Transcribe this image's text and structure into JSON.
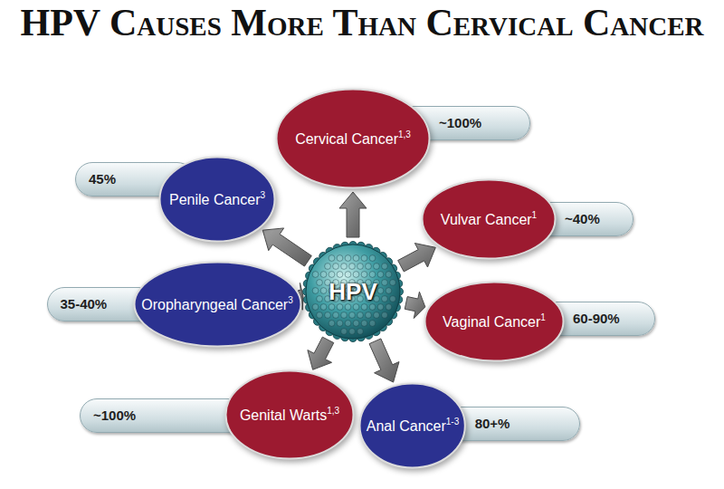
{
  "diagram": {
    "title": "HPV Causes More Than Cervical Cancer",
    "nodes": [
      {
        "text": [
          "Cervical Cancer",
          "1,3"
        ]
      },
      {
        "text": [
          "~100%"
        ]
      },
      {
        "text": [
          "Penile Cancer",
          "3"
        ]
      },
      {
        "text": [
          "45%"
        ]
      },
      {
        "text": [
          "Vulvar Cancer",
          "1"
        ]
      },
      {
        "text": [
          "~40%"
        ]
      },
      {
        "text": [
          "Oropharyngeal Cancer",
          "3"
        ]
      },
      {
        "text": [
          "35-40%"
        ]
      },
      {
        "text": [
          "HPV"
        ]
      },
      {
        "text": [
          "Vaginal Cancer",
          "1"
        ]
      },
      {
        "text": [
          "60-90%"
        ]
      },
      {
        "text": [
          "Genital Warts",
          "1,3"
        ]
      },
      {
        "text": [
          "~100%"
        ]
      },
      {
        "text": [
          "Anal Cancer",
          "1-3"
        ]
      },
      {
        "text": [
          "80+%"
        ]
      }
    ],
    "edges": [
      {
        "from": 8,
        "to": 0,
        "arrow": "to"
      },
      {
        "from": 8,
        "to": 2,
        "arrow": "to"
      },
      {
        "from": 8,
        "to": 4,
        "arrow": "to"
      },
      {
        "from": 8,
        "to": 6,
        "arrow": "to"
      },
      {
        "from": 8,
        "to": 9,
        "arrow": "to"
      },
      {
        "from": 8,
        "to": 11,
        "arrow": "to"
      },
      {
        "from": 8,
        "to": 13,
        "arrow": "to"
      }
    ]
  }
}
